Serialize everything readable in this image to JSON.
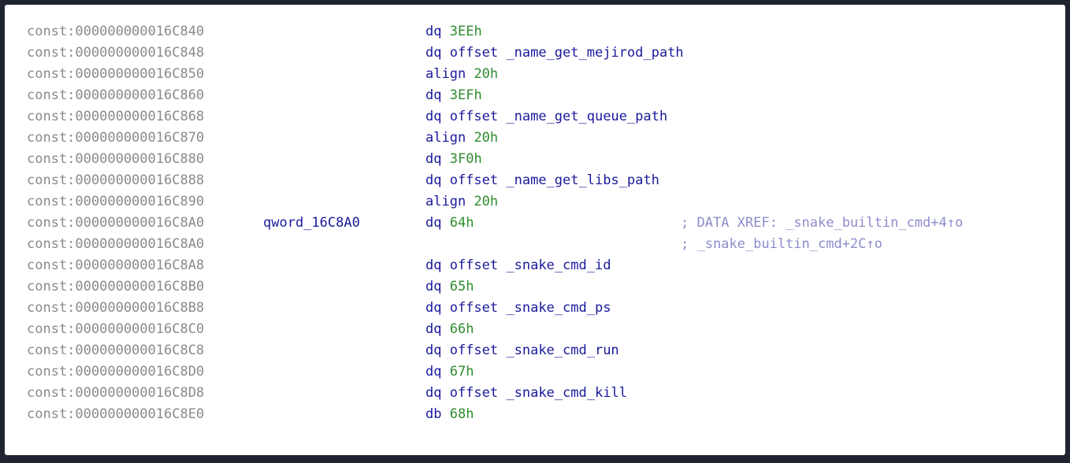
{
  "colors": {
    "address": "#8a8a8a",
    "mnemonic": "#1a1a9c",
    "number": "#2e8b2e",
    "comment": "#8d8dcc",
    "background": "#ffffff"
  },
  "lines": [
    {
      "addr": "const:000000000016C840",
      "label": "",
      "mnem": "dq",
      "num": "3EEh",
      "sym": "",
      "comment": ""
    },
    {
      "addr": "const:000000000016C848",
      "label": "",
      "mnem": "dq offset",
      "num": "",
      "sym": "_name_get_mejirod_path",
      "comment": ""
    },
    {
      "addr": "const:000000000016C850",
      "label": "",
      "mnem": "align",
      "num": "20h",
      "sym": "",
      "comment": ""
    },
    {
      "addr": "const:000000000016C860",
      "label": "",
      "mnem": "dq",
      "num": "3EFh",
      "sym": "",
      "comment": ""
    },
    {
      "addr": "const:000000000016C868",
      "label": "",
      "mnem": "dq offset",
      "num": "",
      "sym": "_name_get_queue_path",
      "comment": ""
    },
    {
      "addr": "const:000000000016C870",
      "label": "",
      "mnem": "align",
      "num": "20h",
      "sym": "",
      "comment": ""
    },
    {
      "addr": "const:000000000016C880",
      "label": "",
      "mnem": "dq",
      "num": "3F0h",
      "sym": "",
      "comment": ""
    },
    {
      "addr": "const:000000000016C888",
      "label": "",
      "mnem": "dq offset",
      "num": "",
      "sym": "_name_get_libs_path",
      "comment": ""
    },
    {
      "addr": "const:000000000016C890",
      "label": "",
      "mnem": "align",
      "num": "20h",
      "sym": "",
      "comment": ""
    },
    {
      "addr": "const:000000000016C8A0",
      "label": "qword_16C8A0",
      "mnem": "dq",
      "num": "64h",
      "sym": "",
      "comment": "; DATA XREF: _snake_builtin_cmd+4↑o"
    },
    {
      "addr": "const:000000000016C8A0",
      "label": "",
      "mnem": "",
      "num": "",
      "sym": "",
      "comment": "; _snake_builtin_cmd+2C↑o"
    },
    {
      "addr": "const:000000000016C8A8",
      "label": "",
      "mnem": "dq offset",
      "num": "",
      "sym": "_snake_cmd_id",
      "comment": ""
    },
    {
      "addr": "const:000000000016C8B0",
      "label": "",
      "mnem": "dq",
      "num": "65h",
      "sym": "",
      "comment": ""
    },
    {
      "addr": "const:000000000016C8B8",
      "label": "",
      "mnem": "dq offset",
      "num": "",
      "sym": "_snake_cmd_ps",
      "comment": ""
    },
    {
      "addr": "const:000000000016C8C0",
      "label": "",
      "mnem": "dq",
      "num": "66h",
      "sym": "",
      "comment": ""
    },
    {
      "addr": "const:000000000016C8C8",
      "label": "",
      "mnem": "dq offset",
      "num": "",
      "sym": "_snake_cmd_run",
      "comment": ""
    },
    {
      "addr": "const:000000000016C8D0",
      "label": "",
      "mnem": "dq",
      "num": "67h",
      "sym": "",
      "comment": ""
    },
    {
      "addr": "const:000000000016C8D8",
      "label": "",
      "mnem": "dq offset",
      "num": "",
      "sym": "_snake_cmd_kill",
      "comment": ""
    },
    {
      "addr": "const:000000000016C8E0",
      "label": "",
      "mnem": "db",
      "num": "68h",
      "sym": "",
      "comment": ""
    }
  ]
}
